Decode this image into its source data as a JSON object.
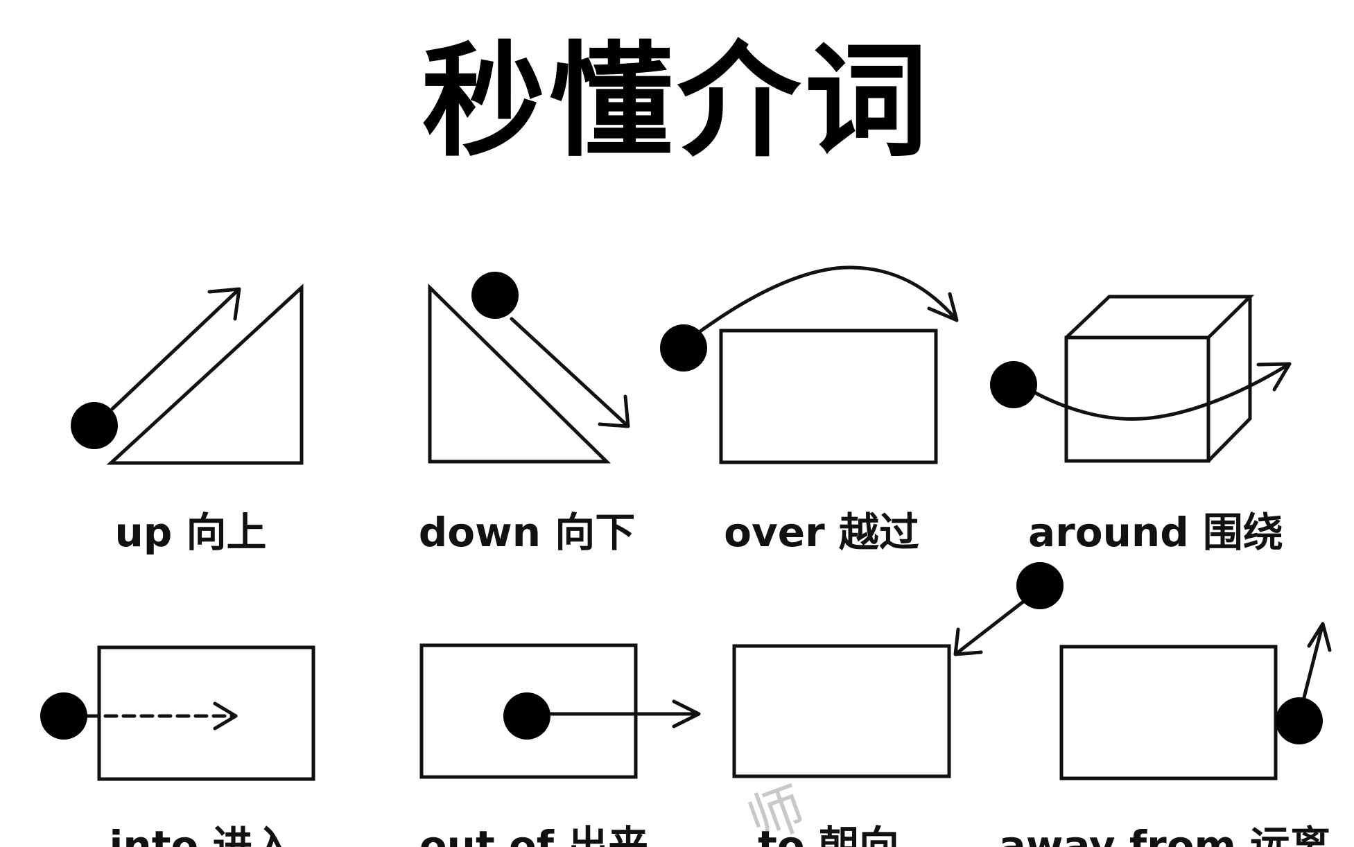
{
  "title": "秒懂介词",
  "watermark": "师",
  "items": [
    {
      "label": "up 向上"
    },
    {
      "label": "down 向下"
    },
    {
      "label": "over 越过"
    },
    {
      "label": "around 围绕"
    },
    {
      "label": "into 进入"
    },
    {
      "label": "out of 出来"
    },
    {
      "label": "to 朝向"
    },
    {
      "label": "away from 远离"
    }
  ]
}
